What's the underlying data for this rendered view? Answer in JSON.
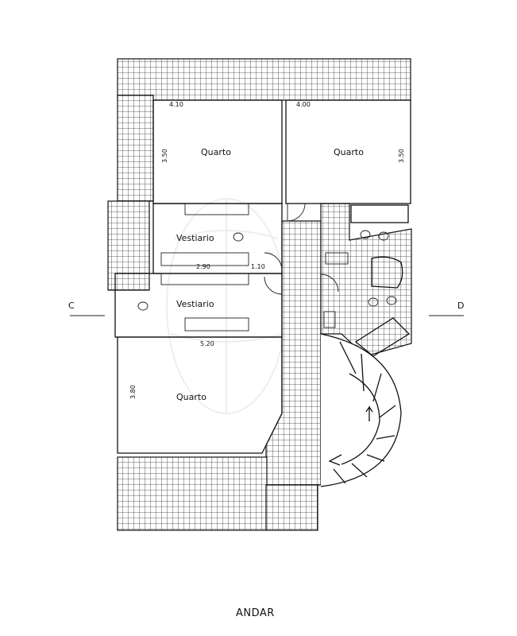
{
  "plan": {
    "title": "ANDAR",
    "rooms": {
      "bedroom_nw": "Quarto",
      "bedroom_ne": "Quarto",
      "bedroom_sw": "Quarto",
      "closet_upper": "Vestiario",
      "closet_lower": "Vestiario"
    },
    "dimensions": {
      "nw_width": "4.10",
      "nw_depth": "3.50",
      "ne_width": "4.00",
      "ne_depth": "3.50",
      "closet_width": "2.90",
      "passage_width": "1.10",
      "sw_width": "5.20",
      "sw_depth": "3.80"
    },
    "section_marks": {
      "left": "C",
      "right": "D"
    }
  }
}
